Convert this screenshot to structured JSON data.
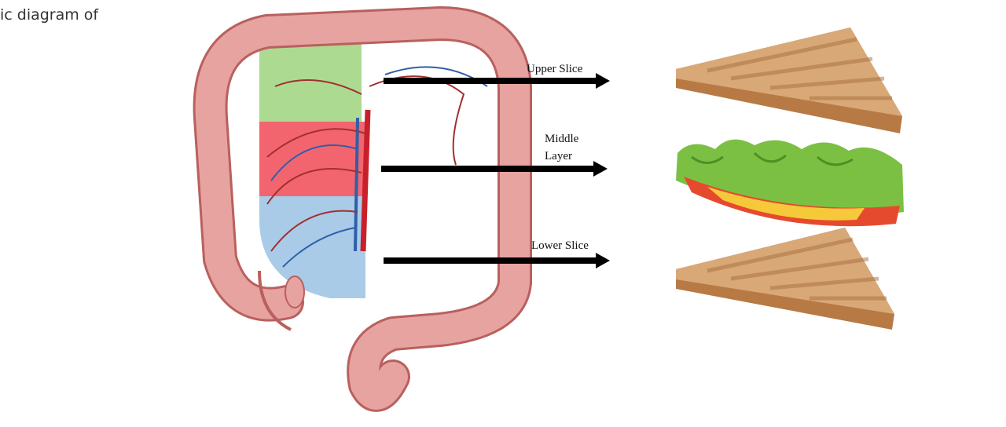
{
  "caption": "ic diagram of",
  "labels": {
    "upper": "Upper Slice",
    "middle_line1": "Middle",
    "middle_line2": "Layer",
    "lower": "Lower Slice"
  },
  "colors": {
    "colon": "#e7a3a0",
    "colon_outline": "#b9605e",
    "upper_zone": "#9fd47e",
    "middle_zone": "#f2545e",
    "lower_zone": "#a9cbe8",
    "artery": "#c8202a",
    "vein": "#2f5fa8",
    "arrow": "#000000",
    "bread": "#d9a877",
    "crust": "#b77a45",
    "lettuce": "#7cc043"
  }
}
